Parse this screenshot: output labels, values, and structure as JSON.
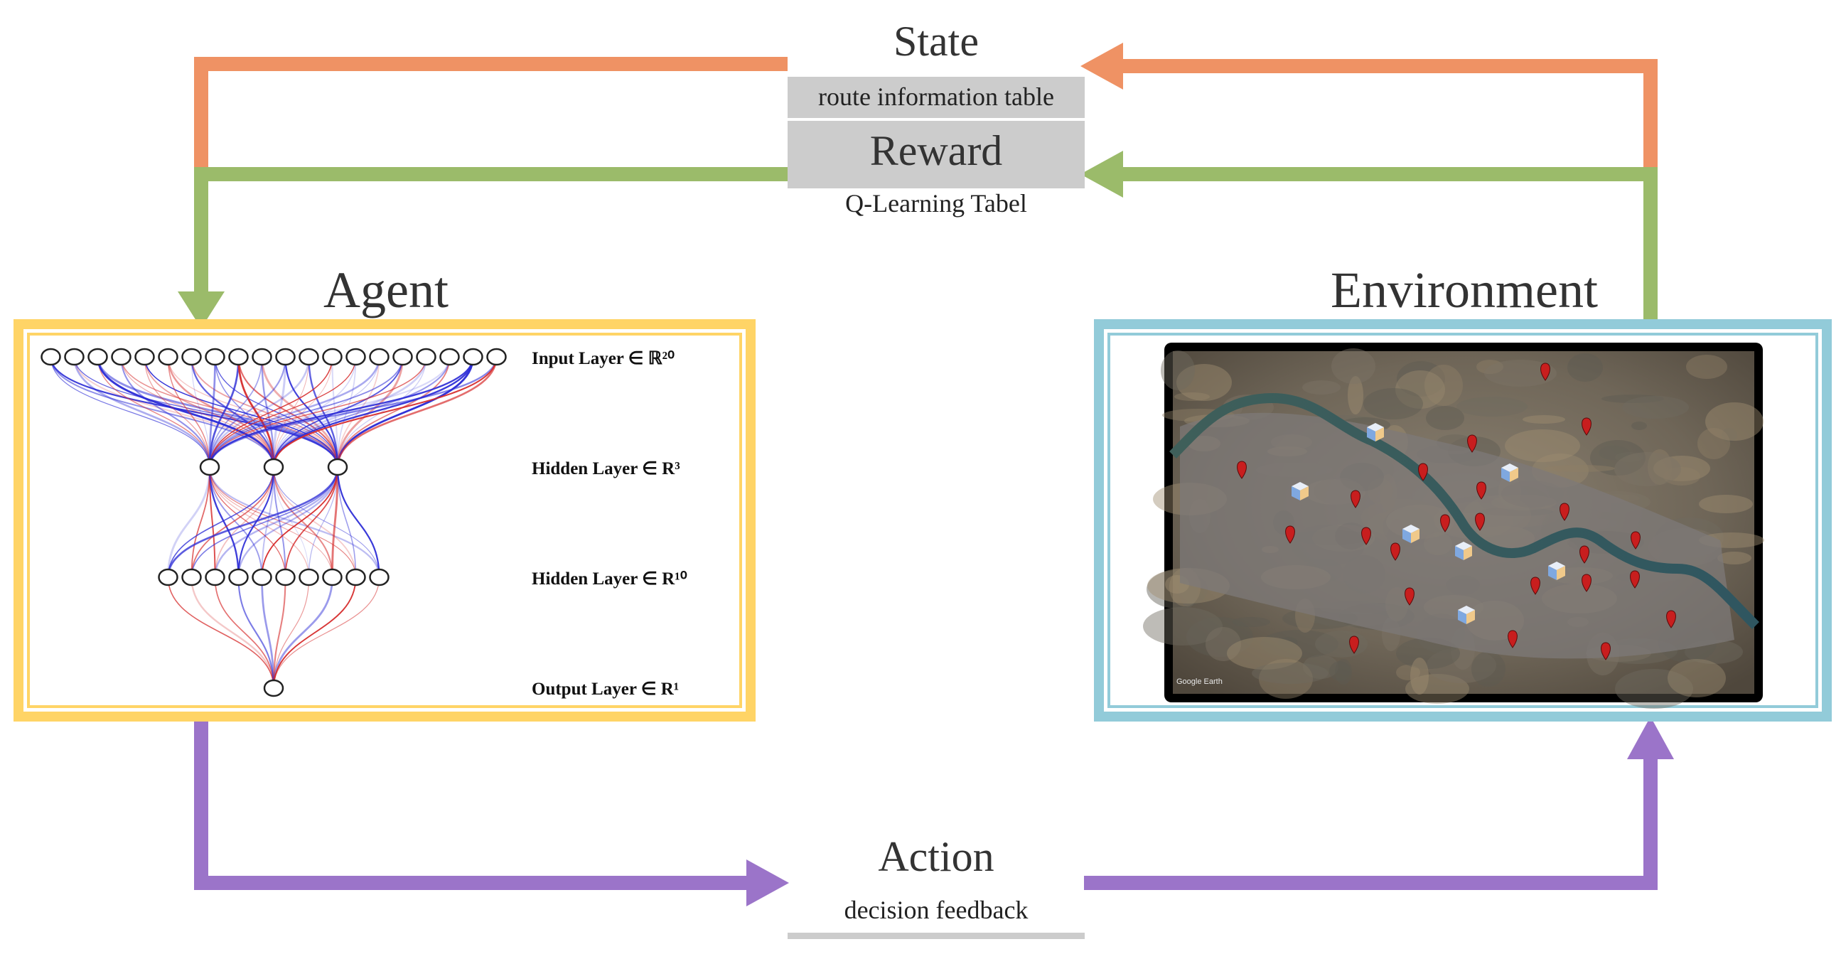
{
  "top": {
    "state_title": "State",
    "state_box_label": "route information table",
    "reward_title": "Reward",
    "reward_caption": "Q-Learning Tabel"
  },
  "agent": {
    "title": "Agent",
    "layers": [
      {
        "label": "Input Layer ∈ ℝ²⁰",
        "nodes": 20
      },
      {
        "label": "Hidden Layer ∈ R³",
        "nodes": 3
      },
      {
        "label": "Hidden Layer ∈ R¹⁰",
        "nodes": 10
      },
      {
        "label": "Output Layer ∈ R¹",
        "nodes": 1
      }
    ]
  },
  "environment": {
    "title": "Environment",
    "map_credit": "Google Earth"
  },
  "bottom": {
    "action_title": "Action",
    "action_caption": "decision feedback"
  },
  "colors": {
    "state_arrow": "#ef9264",
    "reward_arrow": "#9bbb6a",
    "action_arrow": "#9b74c9",
    "agent_border": "#ffd466",
    "environment_border": "#92cbd9",
    "label_box": "#cccccc",
    "neg_weight": "#2b2bd6",
    "pos_weight": "#d62b2b"
  }
}
